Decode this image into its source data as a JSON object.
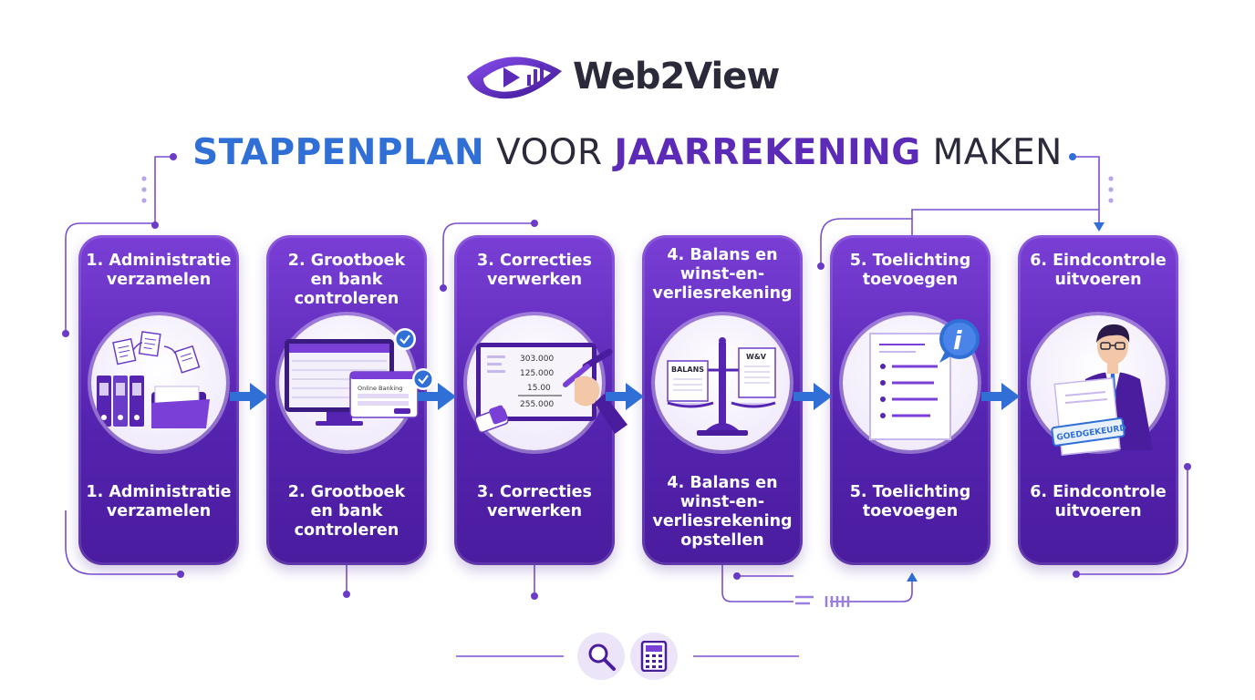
{
  "brand": {
    "name": "Web2View"
  },
  "title": {
    "part1": "STAPPENPLAN",
    "part2": " VOOR ",
    "part3": "JAARREKENING",
    "part4": " MAKEN"
  },
  "steps": [
    {
      "top": "1. Administratie\nverzamelen",
      "bottom": "1. Administratie\nverzamelen"
    },
    {
      "top": "2. Grootboek\nen bank\ncontroleren",
      "bottom": "2. Grootboek\nen bank\ncontroleren"
    },
    {
      "top": "3. Correcties\nverwerken",
      "bottom": "3. Correcties\nverwerken"
    },
    {
      "top": "4. Balans en\nwinst-en-\nverliesrekening",
      "bottom": "4. Balans en\nwinst-en-\nverliesrekening\nopstellen"
    },
    {
      "top": "5. Toelichting\ntoevoegen",
      "bottom": "5. Toelichting\ntoevoegen"
    },
    {
      "top": "6. Eindcontrole\nuitvoeren",
      "bottom": "6. Eindcontrole\nuitvoeren"
    }
  ],
  "illustrations": {
    "online_banking": "Online Banking",
    "numbers": [
      "303.000",
      "125.000",
      "15.00",
      "255.000"
    ],
    "balans": "BALANS",
    "wv": "W&V",
    "stamp": "GOEDGEKEURD"
  },
  "icons": {
    "tool1": "magnifier-icon",
    "tool2": "calculator-icon",
    "info": "info-icon"
  },
  "colors": {
    "purple": "#5b2bb8",
    "blue": "#2f6fd6",
    "dark": "#2a2a3a"
  }
}
